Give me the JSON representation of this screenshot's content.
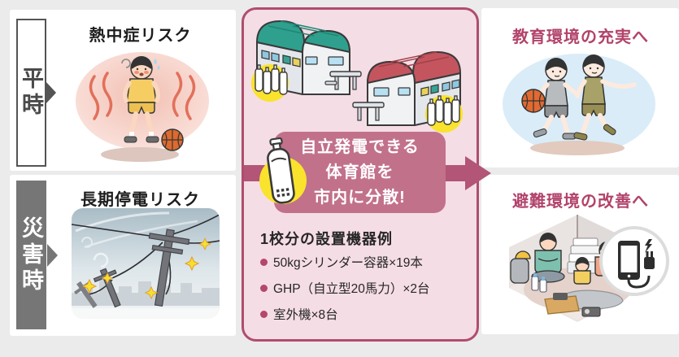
{
  "palette": {
    "background": "#ebebeb",
    "panel": "#ffffff",
    "center_box_fill": "#f5dde5",
    "center_box_border": "#b04d6e",
    "callout_fill": "#c2718b",
    "flow_arrow": "#b25577",
    "goal_title_text": "#b2436b",
    "bullet_dot": "#b4476c",
    "phase_normal_border": "#545454",
    "phase_disaster_fill": "#767676",
    "highlight_yellow": "#f9e32d",
    "gym_roof_green": "#2fa08e",
    "gym_roof_red": "#c4555f"
  },
  "left_column": {
    "normal_time": {
      "label": "平時",
      "risk_title": "熱中症リスク",
      "illustration": "boy-overheating-with-basketball"
    },
    "disaster_time": {
      "label": "災害時",
      "risk_title": "長期停電リスク",
      "illustration": "downed-power-lines-in-storm"
    }
  },
  "center": {
    "illustration": "two-gymnasiums-with-gas-cylinders",
    "callout": {
      "lines": [
        "自立発電できる",
        "体育館を",
        "市内に分散!"
      ],
      "icon": "gas-cylinder"
    },
    "equipment": {
      "heading": "1校分の設置機器例",
      "items": [
        "50kgシリンダー容器×19本",
        "GHP（自立型20馬力）×2台",
        "室外機×8台"
      ]
    }
  },
  "right_column": {
    "education": {
      "title": "教育環境の充実へ",
      "illustration": "kids-playing-basketball"
    },
    "evacuation": {
      "title": "避難環境の改善へ",
      "illustration": "family-in-shelter-charging-smartphone"
    }
  }
}
